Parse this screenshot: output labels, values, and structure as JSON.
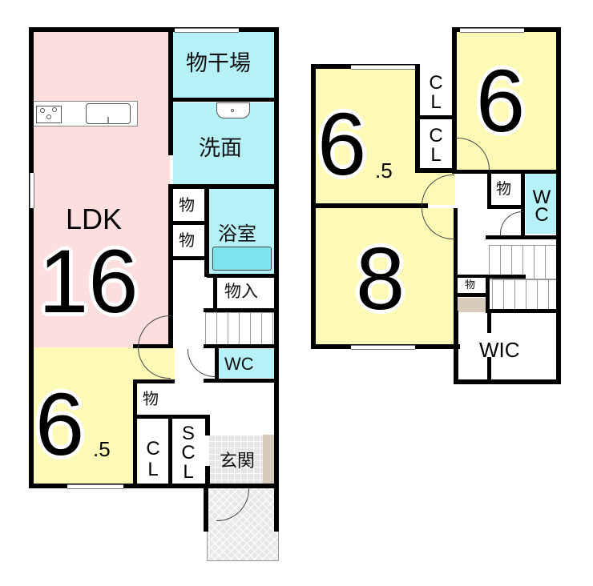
{
  "floor1": {
    "rooms": {
      "ldk": {
        "name": "LDK",
        "size": "16"
      },
      "bedroom": {
        "size": "6",
        "fraction": ".5"
      },
      "drying_area": {
        "name": "物干場"
      },
      "washroom": {
        "name": "洗面"
      },
      "bathroom": {
        "name": "浴室"
      },
      "storage_1": {
        "name": "物"
      },
      "storage_2": {
        "name": "物"
      },
      "storage_closet": {
        "name": "物入"
      },
      "toilet": {
        "name": "WC"
      },
      "storage_3": {
        "name": "物"
      },
      "closet": {
        "c": "C",
        "l": "L"
      },
      "shoe_closet": {
        "s": "S",
        "c": "C",
        "l": "L"
      },
      "entrance": {
        "name": "玄関"
      }
    }
  },
  "floor2": {
    "rooms": {
      "bedroom_a": {
        "size": "6",
        "fraction": ".5"
      },
      "bedroom_b": {
        "size": "6"
      },
      "bedroom_c": {
        "size": "8"
      },
      "closet_1": {
        "c": "C",
        "l": "L"
      },
      "closet_2": {
        "c": "C",
        "l": "L"
      },
      "storage_1": {
        "name": "物"
      },
      "storage_2": {
        "name": "物"
      },
      "toilet": {
        "w": "W",
        "c": "C"
      },
      "wic": {
        "name": "WIC"
      }
    }
  },
  "colors": {
    "ldk": "#fcdede",
    "bedroom": "#fdfab8",
    "wet_area": "#b6f1f7",
    "wall": "#000000"
  }
}
